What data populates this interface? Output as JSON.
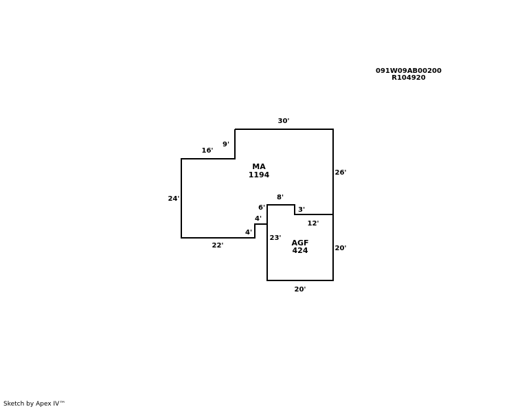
{
  "parcel": {
    "id_line1": "091W09AB00200",
    "id_line2": "R104920"
  },
  "areas": {
    "main": {
      "code": "MA",
      "sqft": "1194"
    },
    "garage": {
      "code": "AGF",
      "sqft": "424"
    }
  },
  "dimensions": {
    "top": "30'",
    "right_upper": "26'",
    "right_lower": "20'",
    "garage_bottom": "20'",
    "garage_left": "23'",
    "notch_top": "8'",
    "notch_left": "6'",
    "notch_right": "3'",
    "garage_top": "12'",
    "step_vertical": "4'",
    "step_horizontal": "4'",
    "bottom": "22'",
    "left": "24'",
    "upper_left": "16'",
    "upper_step": "9'"
  },
  "footer": "Sketch by Apex IV™"
}
